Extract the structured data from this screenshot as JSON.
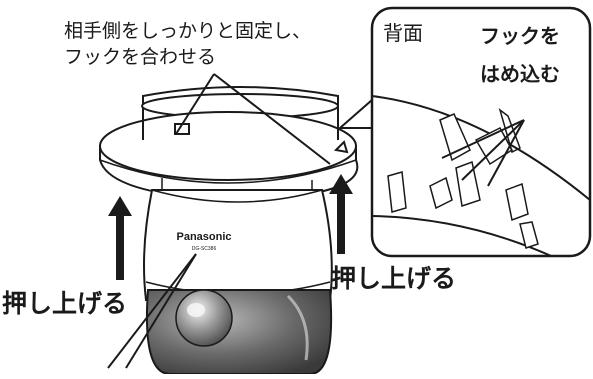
{
  "labels": {
    "attach_instruction_line1": "相手側をしっかりと固定し、",
    "attach_instruction_line2": "フックを合わせる",
    "back_view_title": "背面",
    "hook_instruction_line1": "フックを",
    "hook_instruction_line2": "はめ込む",
    "push_up_right": "押し上げる",
    "push_up_left": "押し上げる"
  },
  "camera": {
    "brand": "Panasonic",
    "model": "DG-SC386"
  },
  "colors": {
    "line": "#1a1a1a",
    "background": "#ffffff",
    "dome": "#555555"
  }
}
